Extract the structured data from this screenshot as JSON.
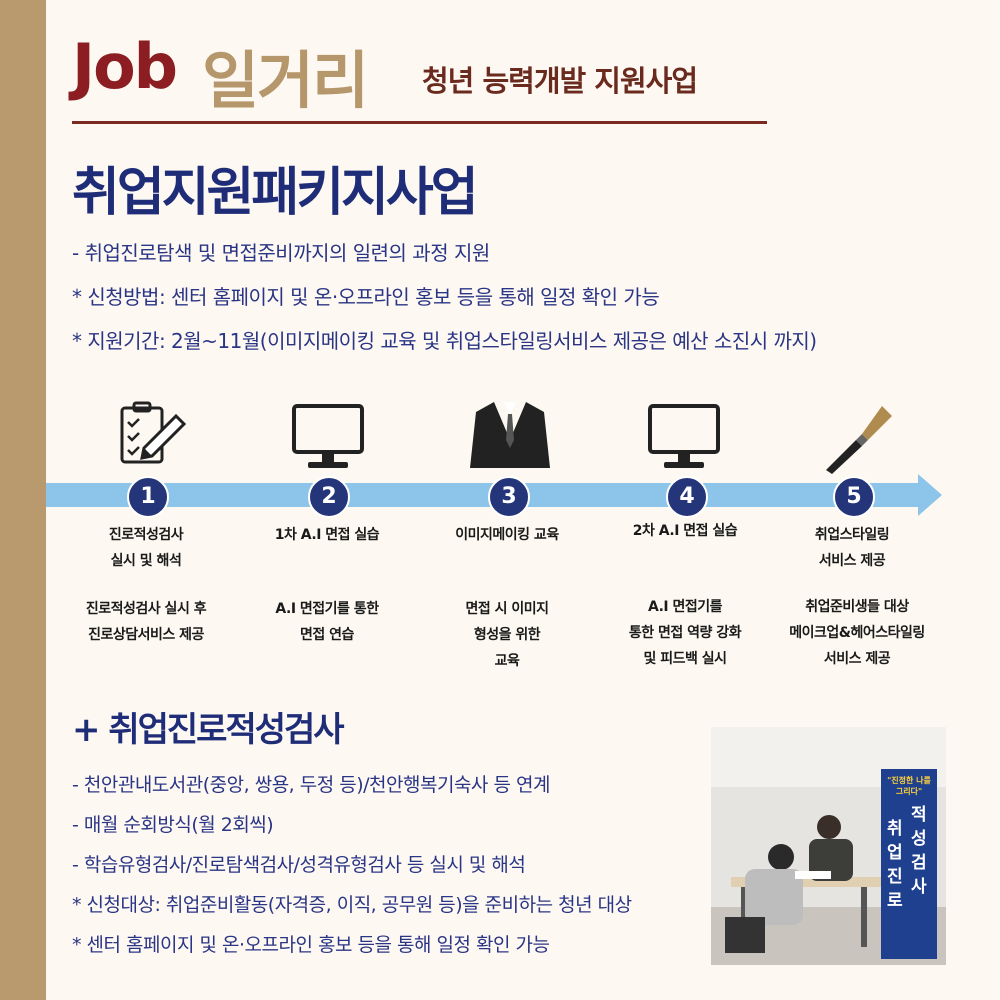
{
  "header": {
    "brand_latin": "Job",
    "brand_korean": "일거리",
    "subtitle": "청년 능력개발 지원사업"
  },
  "section1": {
    "title": "취업지원패키지사업",
    "bullets": [
      "- 취업진로탐색 및 면접준비까지의 일련의 과정 지원",
      "* 신청방법: 센터 홈페이지 및 온·오프라인 홍보 등을 통해 일정 확인 가능",
      "* 지원기간: 2월~11월(이미지메이킹 교육 및 취업스타일링서비스 제공은 예산 소진시 까지)"
    ]
  },
  "steps": [
    {
      "number": "1",
      "icon": "clipboard-checklist-icon",
      "label": "진로적성검사\n실시 및 해석",
      "desc": "진로적성검사 실시 후\n진로상담서비스 제공"
    },
    {
      "number": "2",
      "icon": "monitor-icon",
      "label": "1차 A.I 면접 실습",
      "desc": "A.I 면접기를 통한\n면접 연습"
    },
    {
      "number": "3",
      "icon": "suit-jacket-icon",
      "label": "이미지메이킹 교육",
      "desc": "면접 시 이미지\n형성을 위한\n교육"
    },
    {
      "number": "4",
      "icon": "monitor-icon",
      "label": "2차 A.I 면접 실습",
      "desc": "A.I 면접기를\n통한 면접 역량 강화\n및 피드백 실시"
    },
    {
      "number": "5",
      "icon": "makeup-brush-icon",
      "label": "취업스타일링\n서비스 제공",
      "desc": "취업준비생들 대상\n메이크업&헤어스타일링\n서비스 제공"
    }
  ],
  "section2": {
    "title": "+ 취업진로적성검사",
    "bullets": [
      "- 천안관내도서관(중앙, 쌍용, 두정 등)/천안행복기숙사 등 연계",
      "- 매월 순회방식(월 2회씩)",
      "- 학습유형검사/진로탐색검사/성격유형검사 등 실시 및 해석",
      "* 신청대상: 취업준비활동(자격증, 이직, 공무원 등)을 준비하는 청년 대상",
      "* 센터 홈페이지 및 온·오프라인 홍보 등을 통해 일정 확인 가능"
    ]
  },
  "photo": {
    "banner_top": "\"진정한 나를 그리다\"",
    "banner_col1": "취업진로",
    "banner_col2": "적성검사"
  },
  "colors": {
    "navy": "#1f2d78",
    "maroon": "#8c1d22",
    "tan": "#b5976b",
    "arrow": "#8dc4ea"
  }
}
